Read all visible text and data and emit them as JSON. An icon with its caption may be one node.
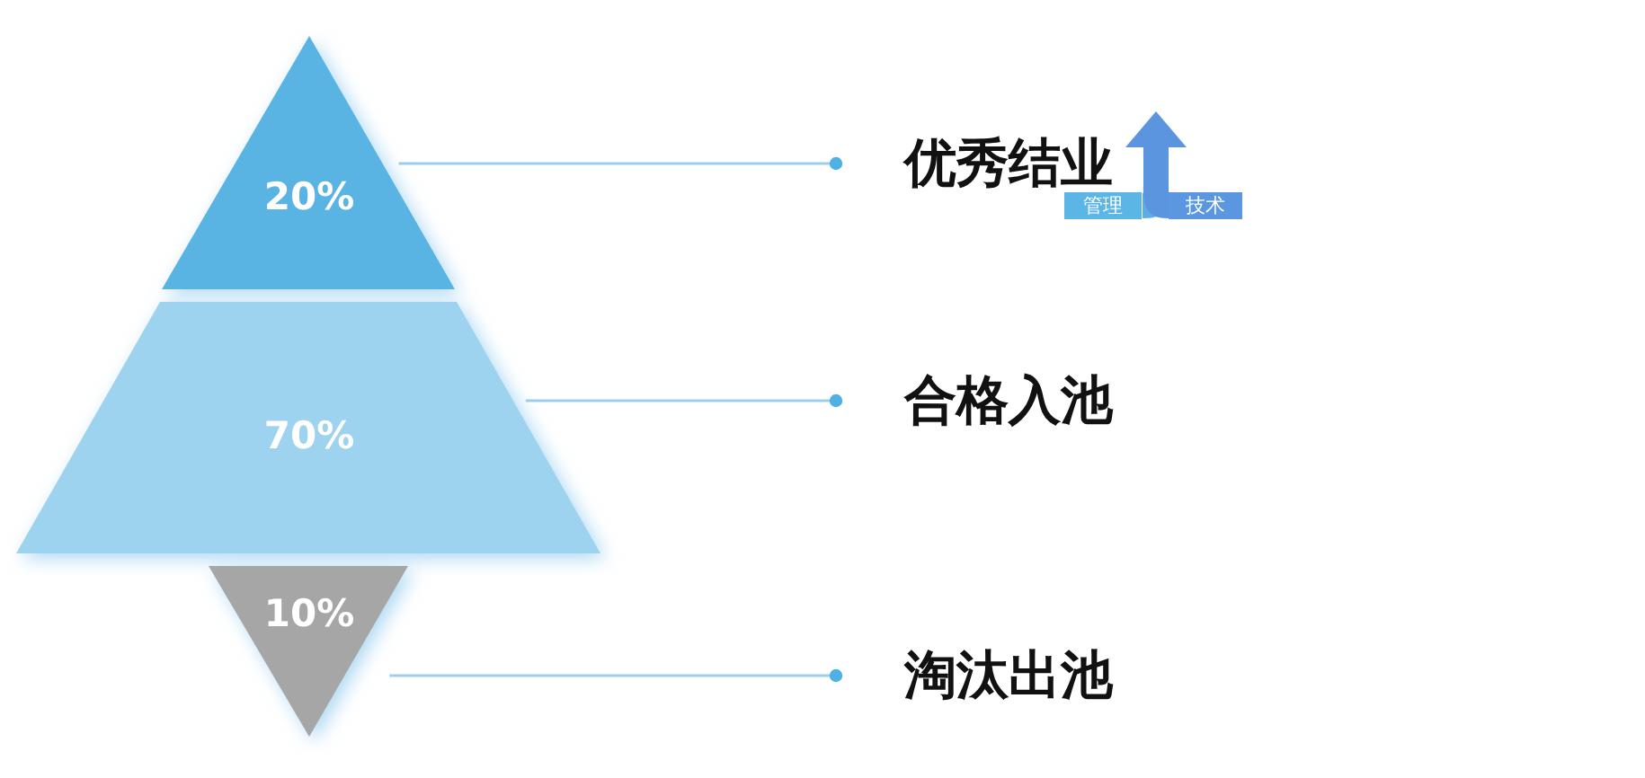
{
  "diagram": {
    "nodes": [
      {
        "text": [
          "20%"
        ]
      },
      {
        "text": [
          "70%"
        ]
      },
      {
        "text": [
          "10%"
        ]
      },
      {
        "text": [
          "优秀结业"
        ]
      },
      {
        "text": [
          "合格入池"
        ]
      },
      {
        "text": [
          "淘汰出池"
        ]
      },
      {
        "text": [
          "管理",
          "技术"
        ]
      }
    ],
    "edges": [
      {
        "from": 0,
        "to": 3,
        "arrow": "other"
      },
      {
        "from": 1,
        "to": 4,
        "arrow": "other"
      },
      {
        "from": 2,
        "to": 5,
        "arrow": "other"
      }
    ]
  }
}
